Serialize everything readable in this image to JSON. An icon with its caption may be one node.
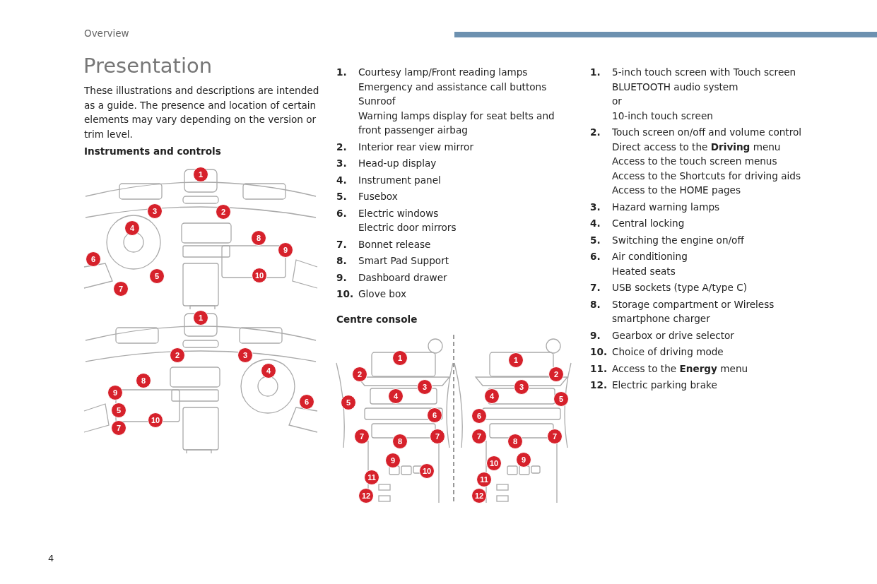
{
  "diagram": {
    "title": "Presentation",
    "labels": [
      "Overview",
      "These illustrations and descriptions are intended as a guide. The presence and location of certain elements may vary depending on the version or trim level.",
      "Instruments and controls",
      "1",
      "3",
      "2",
      "4",
      "8",
      "9",
      "6",
      "5",
      "10",
      "7",
      "1",
      "2",
      "3",
      "8",
      "4",
      "9",
      "6",
      "5",
      "10",
      "7",
      "1.",
      "Courtesy lamp/Front reading lamps",
      "Emergency and assistance call buttons",
      "Sunroof",
      "Warning lamps display for seat belts and front passenger airbag",
      "2.",
      "Interior rear view mirror",
      "3.",
      "Head-up display",
      "4.",
      "Instrument panel",
      "5.",
      "Fusebox",
      "6.",
      "Electric windows",
      "Electric door mirrors",
      "7.",
      "Bonnet release",
      "8.",
      "Smart Pad Support",
      "9.",
      "Dashboard drawer",
      "10.",
      "Glove box",
      "Centre console",
      "1",
      "2",
      "3",
      "4",
      "5",
      "6",
      "7",
      "7",
      "8",
      "9",
      "10",
      "11",
      "12",
      "1",
      "2",
      "3",
      "4",
      "5",
      "6",
      "7",
      "7",
      "8",
      "10",
      "9",
      "11",
      "12",
      "1.",
      "5-inch touch screen with Touch screen BLUETOOTH audio system",
      "or",
      "10-inch touch screen",
      "2.",
      "Touch screen on/off and volume control",
      "Direct access to the **Driving** menu",
      "Access to the touch screen menus",
      "Access to the Shortcuts for driving aids",
      "Access to the HOME pages",
      "3.",
      "Hazard warning lamps",
      "4.",
      "Central locking",
      "5.",
      "Switching the engine on/off",
      "6.",
      "Air conditioning",
      "Heated seats",
      "7.",
      "USB sockets (type A/type C)",
      "8.",
      "Storage compartment or Wireless smartphone charger",
      "9.",
      "Gearbox or drive selector",
      "10.",
      "Choice of driving mode",
      "11.",
      "Access to the **Energy** menu",
      "12.",
      "Electric parking brake",
      "4"
    ]
  }
}
